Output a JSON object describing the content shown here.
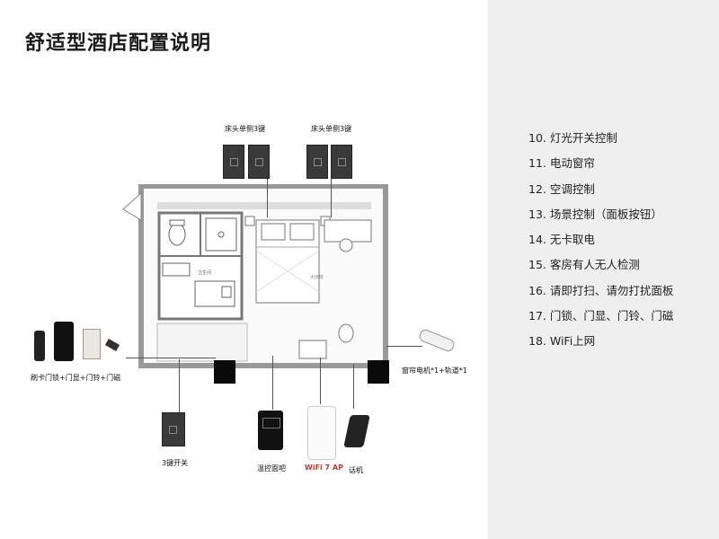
{
  "title": "舒适型酒店配置说明",
  "features": [
    "10. 灯光开关控制",
    "11. 电动窗帘",
    "12. 空调控制",
    "13. 场景控制（面板按钮）",
    "14. 无卡取电",
    "15. 客房有人无人检测",
    "16. 请即打扫、请勿打扰面板",
    "17. 门锁、门显、门铃、门磁",
    "18. WiFi上网"
  ],
  "labels": {
    "bedside_left": "床头单侧3键",
    "bedside_right": "床头单侧3键",
    "door_devices": "刷卡门锁+门显+门铃+门磁",
    "curtain": "窗帘电机*1+轨道*1",
    "switch3": "3键开关",
    "thermostat": "温控面吧",
    "wifi": "WiFi 7 AP",
    "phone": "话机",
    "plan_bed": "大床房",
    "plan_bathroom": "卫生间"
  },
  "colors": {
    "panel_bg": "#efefef",
    "wifi_label": "#c0392b"
  }
}
